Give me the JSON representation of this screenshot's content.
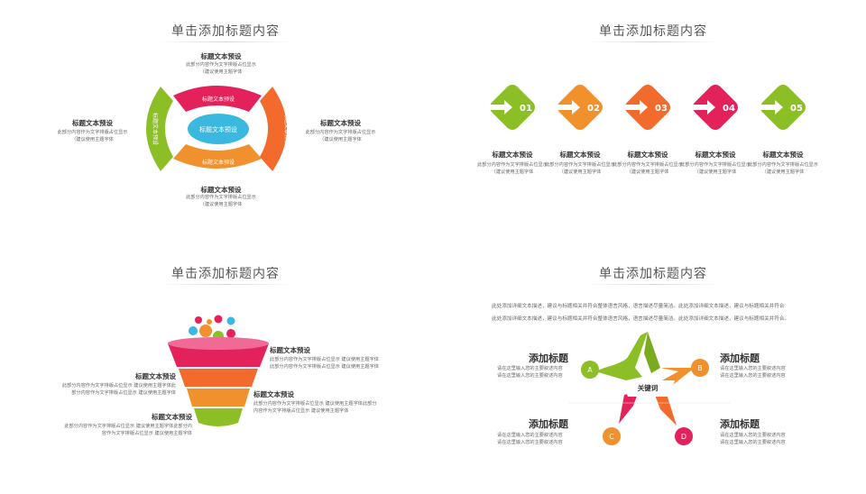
{
  "q1": {
    "title": "单击添加标题内容",
    "center": "标题文本预设",
    "seg_top": "标题文本预设",
    "seg_bottom": "标题文本预设",
    "seg_left": "标题文本预设",
    "seg_right": "标题文本预设",
    "top": {
      "title": "标题文本预设",
      "desc": "此部分内容作为文字排版占位显示\n（建议使用主题字体"
    },
    "left": {
      "title": "标题文本预设",
      "desc": "此部分内容作为文字排版占位显示\n（建议使用主题字体"
    },
    "right": {
      "title": "标题文本预设",
      "desc": "此部分内容作为文字排版占位显示\n（建议使用主题字体"
    },
    "bottom": {
      "title": "标题文本预设",
      "desc": "此部分内容作为文字排版占位显示\n（建议使用主题字体"
    }
  },
  "q2": {
    "title": "单击添加标题内容",
    "steps": [
      {
        "num": "01",
        "title": "标题文本预设",
        "desc": "此部分内容作为文字排版占位显示\n（建议使用主题字体",
        "color": "#8cbf26"
      },
      {
        "num": "02",
        "title": "标题文本预设",
        "desc": "此部分内容作为文字排版占位显示\n（建议使用主题字体",
        "color": "#f0912d"
      },
      {
        "num": "03",
        "title": "标题文本预设",
        "desc": "此部分内容作为文字排版占位显示\n（建议使用主题字体",
        "color": "#f26a2c"
      },
      {
        "num": "04",
        "title": "标题文本预设",
        "desc": "此部分内容作为文字排版占位显示\n（建议使用主题字体",
        "color": "#e3225c"
      },
      {
        "num": "05",
        "title": "标题文本预设",
        "desc": "此部分内容作为文字排版占位显示\n（建议使用主题字体",
        "color": "#8cbf26"
      }
    ]
  },
  "q3": {
    "title": "单击添加标题内容",
    "items": [
      {
        "title": "标题文本预设",
        "desc": "此部分内容作为文字排版占位显示 建议使用主题字体\n此部分内容作为文字排版占位显示 建议使用主题字体"
      },
      {
        "title": "标题文本预设",
        "desc": "此部分内容作为文字排版占位显示 建议使用主题字体此\n部分内容作为文字排版占位显示 建议使用主题字体"
      },
      {
        "title": "标题文本预设",
        "desc": "此部分内容作为文字排版占位显示 建议使用主题字体此部分\n内容作为文字排版占位显示 建议使用主题字体"
      },
      {
        "title": "标题文本预设",
        "desc": "此部分内容作为文字排版占位显示 建议使用主题字体此部分内\n容作为文字排版占位显示 建议使用主题字体"
      }
    ]
  },
  "q4": {
    "title": "单击添加标题内容",
    "intro": "此处添加详细文本描述，建议与标题相关并符合整体语言风格，语言描述尽量简洁。此处添加详细文本描述，建议与标题相关并符合\n此处添加详细文本描述，建议与标题相关并符合整体语言风格，语言描述尽量简洁。此处添加详细文本描述，建议与标题相关并符合。",
    "center": "关键词",
    "items": [
      {
        "letter": "A",
        "title": "添加标题",
        "desc": "请在这里输入您的主要叙述内容\n请在这里输入您的主要叙述内容",
        "color": "#8cbf26"
      },
      {
        "letter": "B",
        "title": "添加标题",
        "desc": "请在这里输入您的主要叙述内容\n请在这里输入您的主要叙述内容",
        "color": "#f0912d"
      },
      {
        "letter": "C",
        "title": "添加标题",
        "desc": "请在这里输入您的主要叙述内容\n请在这里输入您的主要叙述内容",
        "color": "#f0912d"
      },
      {
        "letter": "D",
        "title": "添加标题",
        "desc": "请在这里输入您的主要叙述内容\n请在这里输入您的主要叙述内容",
        "color": "#e3225c"
      }
    ]
  }
}
